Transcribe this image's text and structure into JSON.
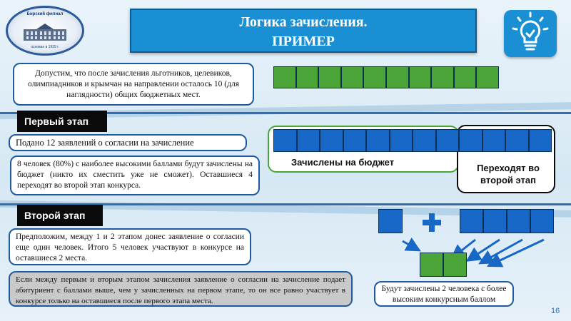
{
  "logo": {
    "top_text": "Бирский филиал",
    "bottom_text": "основан в 1939 г."
  },
  "title": {
    "line1": "Логика зачисления.",
    "line2": "ПРИМЕР"
  },
  "intro": "Допустим, что после зачисления льготников, целевиков, олимпиадников и крымчан на направлении осталось 10 (для наглядности) общих бюджетных мест.",
  "top_cells": 10,
  "stage1": {
    "label": "Первый  этап",
    "applications": "Подано 12 заявлений о согласии на зачисление",
    "description": "8 человек (80%) с наиболее высокими баллами будут зачислены на бюджет (никто их сместить уже не сможет). Оставшиеся 4 переходят во второй этап конкурса.",
    "cells": {
      "enrolled": 8,
      "transfer": 4
    },
    "enrolled_label": "Зачислены на бюджет",
    "transfer_label": "Переходят во второй этап"
  },
  "stage2": {
    "label": "Второй  этап",
    "description": "Предположим, между 1 и 2 этапом донес заявление о согласии еще один человек. Итого 5 человек участвуют в конкурсе  на оставшиеся  2 места.",
    "note": "Если между первым и вторым этапом зачисления заявление о согласии на зачисление подает абитуриент с баллами выше, чем у зачисленных на первом этапе, то он все равно участвует в конкурсе только на оставшиеся после первого этапа места.",
    "result": "Будут зачислены 2 человека с более высоким конкурсным  баллом",
    "plus": "+",
    "left_cells": 1,
    "right_cells": 4,
    "result_cells": 2
  },
  "page_number": "16",
  "colors": {
    "accent": "#1a8fd4",
    "green": "#4aa437",
    "blue": "#1767c7",
    "dark": "#1f5aa0"
  }
}
